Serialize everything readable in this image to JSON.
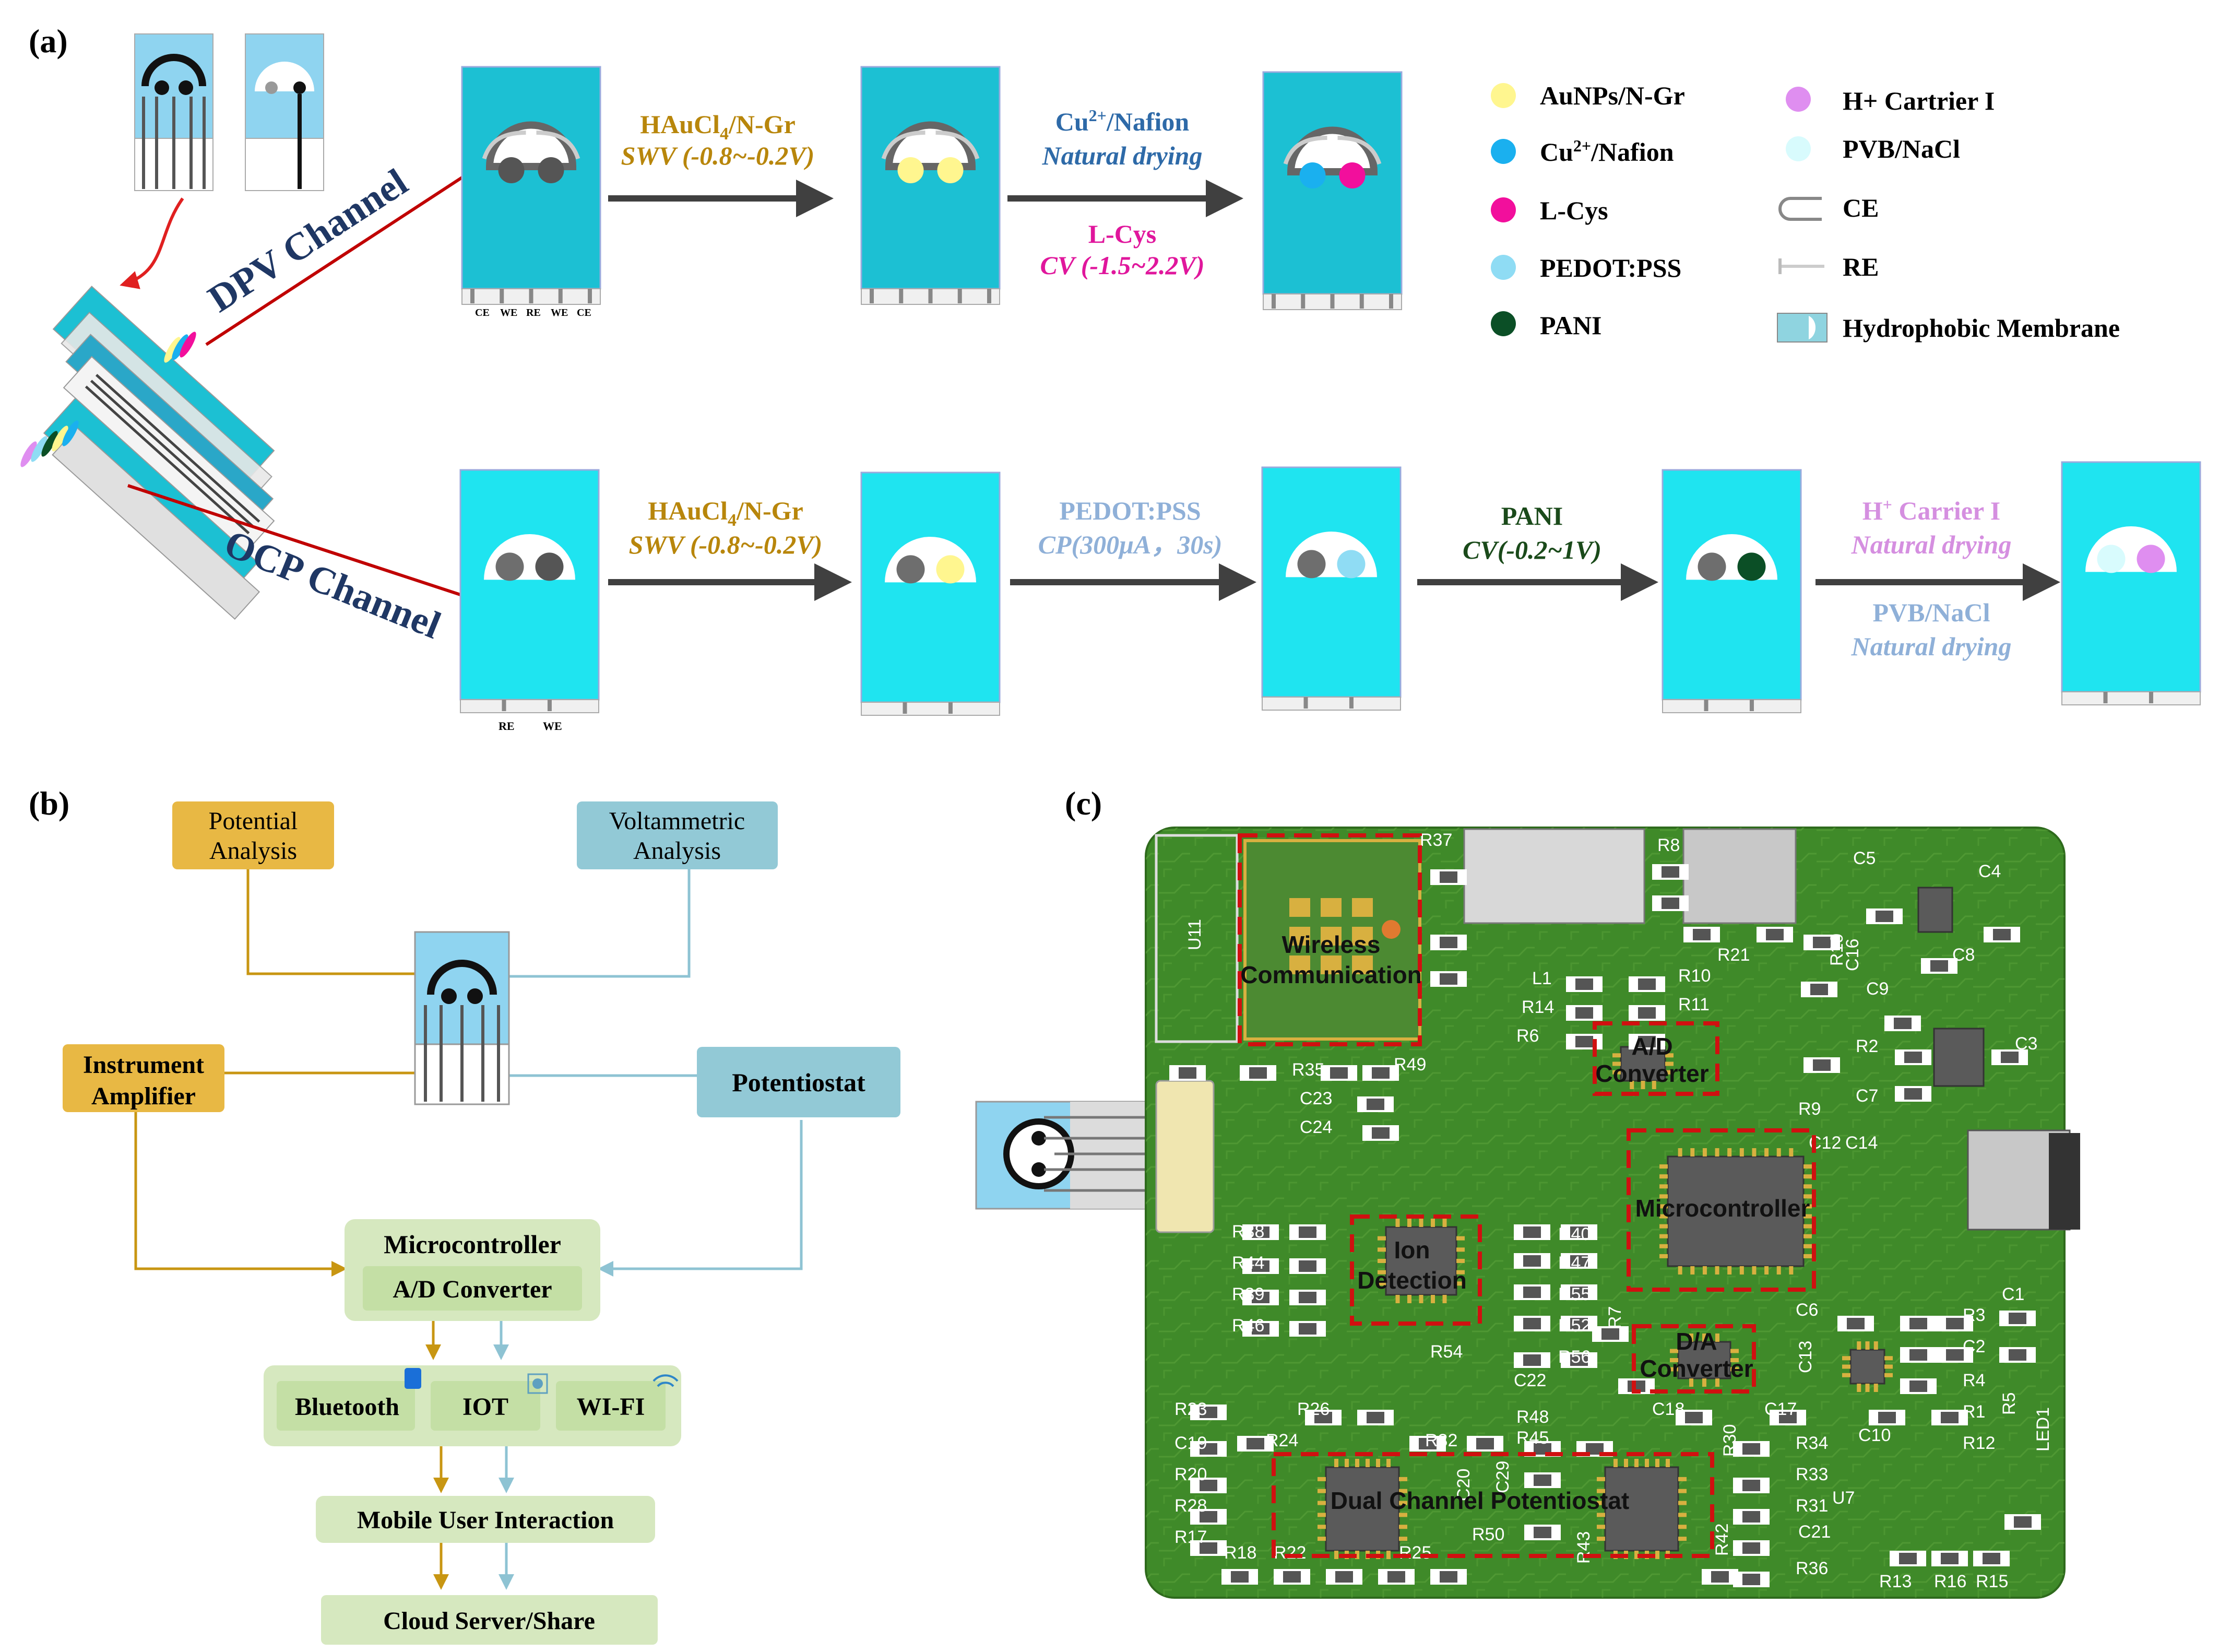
{
  "panel_labels": {
    "a": "(a)",
    "b": "(b)",
    "c": "(c)"
  },
  "channels": {
    "dpv": "DPV Channel",
    "ocp": "OCP Channel"
  },
  "electrode_labels": {
    "dpv": [
      "CE",
      "WE",
      "RE",
      "WE",
      "CE"
    ],
    "ocp": [
      "RE",
      "WE"
    ]
  },
  "dpv_steps": [
    {
      "top": "HAuCl",
      "top_sub": "4",
      "top_rest": "/N-Gr",
      "bottom": "SWV (-0.8~-0.2V)"
    },
    {
      "top": "Cu",
      "top_sup": "2+",
      "top_rest": "/Nafion",
      "bottom": "Natural drying",
      "below1": "L-Cys",
      "below2": "CV (-1.5~2.2V)"
    }
  ],
  "ocp_steps": [
    {
      "top": "HAuCl",
      "top_sub": "4",
      "top_rest": "/N-Gr",
      "bottom": "SWV (-0.8~-0.2V)"
    },
    {
      "top": "PEDOT:PSS",
      "bottom": "CP(300μA，30s)"
    },
    {
      "top": "PANI",
      "bottom": "CV(-0.2~1V)"
    },
    {
      "top": "H",
      "top_sup": "+",
      "top_rest": " Carrier I",
      "bottom": "Natural drying",
      "below1": "PVB/NaCl",
      "below2": "Natural drying"
    }
  ],
  "legend": [
    {
      "label": "AuNPs/N-Gr",
      "color": "#fff68f"
    },
    {
      "label": "Cu",
      "sup": "2+",
      "rest": "/Nafion",
      "color": "#1ab0ef"
    },
    {
      "label": "L-Cys",
      "color": "#f20f9c"
    },
    {
      "label": "PEDOT:PSS",
      "color": "#8fdcf4"
    },
    {
      "label": "PANI",
      "color": "#0b4f26"
    },
    {
      "label": "H+ Cartrier I",
      "color": "#df8ef0"
    },
    {
      "label": "PVB/NaCl",
      "color": "#d8fbfd"
    },
    {
      "label": "CE",
      "icon": "ce-arc-icon"
    },
    {
      "label": "RE",
      "icon": "re-line-icon"
    },
    {
      "label": "Hydrophobic Membrane",
      "icon": "membrane-icon"
    }
  ],
  "block_diagram": {
    "potential": [
      "Potential",
      "Analysis"
    ],
    "voltammetric": [
      "Voltammetric",
      "Analysis"
    ],
    "instrument": [
      "Instrument",
      "Amplifier"
    ],
    "potentiostat": "Potentiostat",
    "microcontroller": "Microcontroller",
    "adc": "A/D Converter",
    "bluetooth": "Bluetooth",
    "iot": "IOT",
    "wifi": "WI-FI",
    "mobile": "Mobile User Interaction",
    "cloud": "Cloud Server/Share"
  },
  "pcb": {
    "regions": {
      "wireless": [
        "Wireless",
        "Communication"
      ],
      "adc": [
        "A/D",
        "Converter"
      ],
      "mcu": "Microcontroller",
      "ion": [
        "Ion",
        "Detection"
      ],
      "dac": [
        "D/A",
        "Converter"
      ],
      "potentiostat": "Dual Channel Potentiostat"
    },
    "designators": [
      "U11",
      "R37",
      "R8",
      "C5",
      "C4",
      "C8",
      "R21",
      "R19",
      "C16",
      "L1",
      "R10",
      "R14",
      "R11",
      "R6",
      "C9",
      "R2",
      "C3",
      "C7",
      "R35",
      "R49",
      "C23",
      "C24",
      "R9",
      "C12",
      "C14",
      "R38",
      "R40",
      "R44",
      "R47",
      "R39",
      "R55",
      "R46",
      "R52",
      "R54",
      "R56",
      "R7",
      "C22",
      "C13",
      "C6",
      "R3",
      "C1",
      "C2",
      "R4",
      "R1",
      "R5",
      "LED1",
      "R12",
      "C10",
      "C18",
      "C17",
      "R23",
      "R26",
      "C19",
      "R24",
      "R32",
      "R48",
      "R45",
      "R30",
      "R34",
      "R20",
      "C20",
      "C29",
      "R33",
      "R28",
      "R31",
      "R17",
      "R50",
      "U7",
      "R18",
      "R22",
      "R25",
      "R43",
      "R42",
      "R36",
      "C21",
      "R13",
      "R16",
      "R15"
    ]
  },
  "colors": {
    "chip_blue": "#1cc0d3",
    "chip_light": "#1fe4f0",
    "dark_gray": "#555555",
    "arrow": "#404040",
    "channel_line": "#c00000",
    "gold_text": "#b8860b",
    "blue_text": "#2e6aa8",
    "pink_text": "#e0169c",
    "lightblue_text": "#8fb0d8",
    "green_text": "#1a4a1a",
    "lilac_text": "#d58fe0",
    "navy": "#1f3764",
    "gold_box": "#e8b844",
    "teal_box": "#92c9d6",
    "gold_line": "#c89612",
    "teal_line": "#8ec3d3",
    "pale_green": "#d6e8bf",
    "pcb_green": "#3f8a29",
    "red_dash": "#d01010"
  }
}
